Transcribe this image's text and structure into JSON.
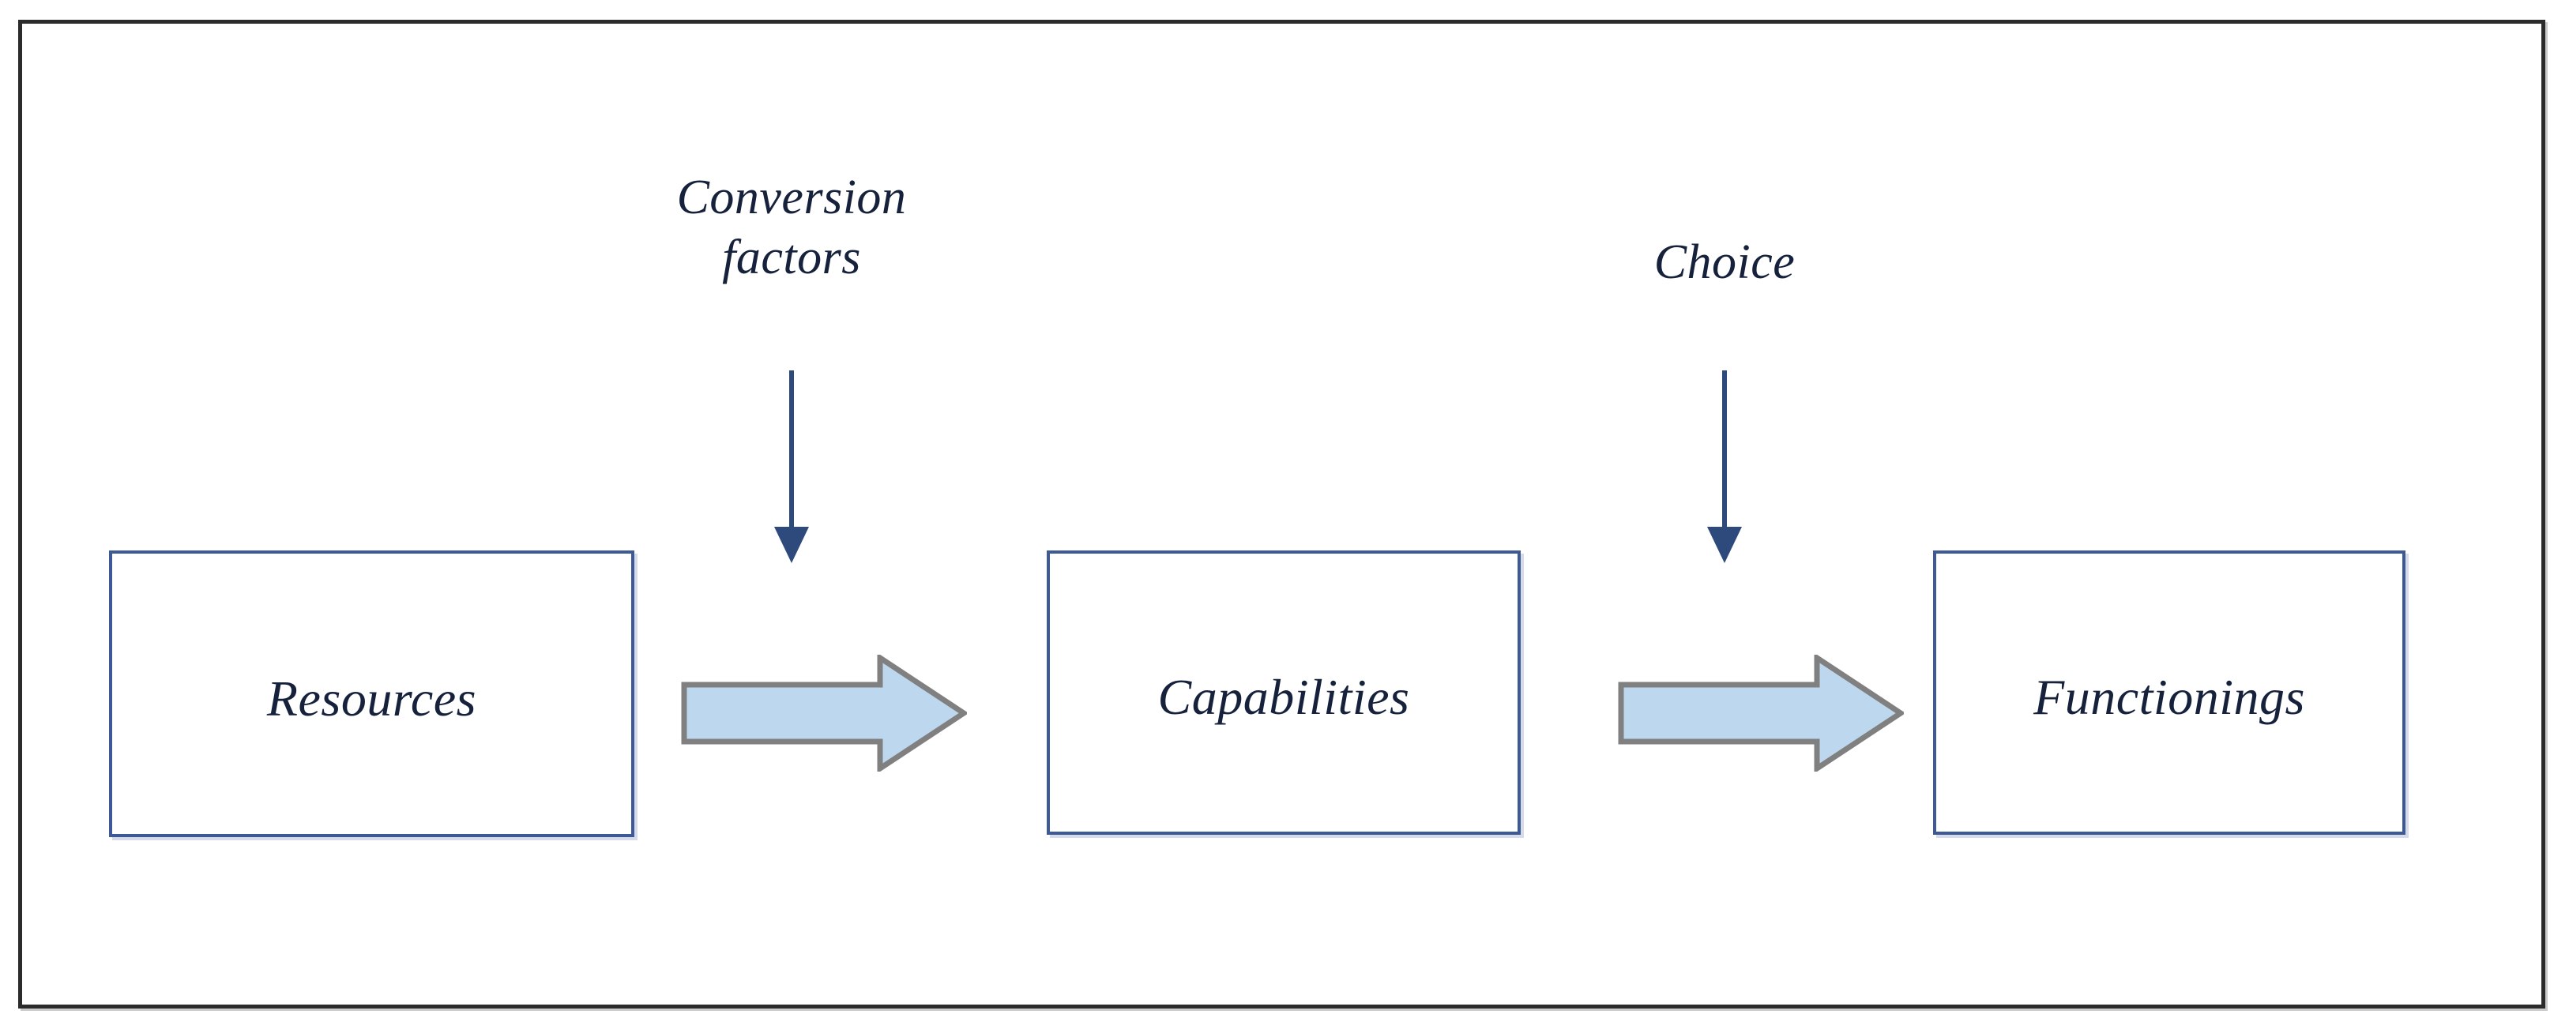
{
  "diagram": {
    "type": "flow-diagram",
    "title_text_present": false,
    "frame": {
      "border_color": "#2b2b2b",
      "background": "#ffffff"
    },
    "palette": {
      "box_border": "#3E5A96",
      "box_fill": "#ffffff",
      "text": "#16213c",
      "block_arrow_fill": "#BDD7EE",
      "block_arrow_stroke": "#808080",
      "thin_arrow": "#2E4A7D"
    },
    "nodes": [
      {
        "id": "resources",
        "label": "Resources"
      },
      {
        "id": "capabilities",
        "label": "Capabilities"
      },
      {
        "id": "functionings",
        "label": "Functionings"
      }
    ],
    "flow_arrows": [
      {
        "id": "arrow-resources-to-capabilities",
        "from": "resources",
        "to": "capabilities",
        "style": "block-arrow",
        "direction": "right"
      },
      {
        "id": "arrow-capabilities-to-functionings",
        "from": "capabilities",
        "to": "functionings",
        "style": "block-arrow",
        "direction": "right"
      }
    ],
    "annotations": [
      {
        "id": "conversion-factors",
        "label": "Conversion\nfactors",
        "line1": "Conversion",
        "line2": "factors",
        "points_at": "arrow-resources-to-capabilities",
        "style": "thin-arrow",
        "direction": "down"
      },
      {
        "id": "choice",
        "label": "Choice",
        "line1": "Choice",
        "line2": "",
        "points_at": "arrow-capabilities-to-functionings",
        "style": "thin-arrow",
        "direction": "down"
      }
    ]
  }
}
